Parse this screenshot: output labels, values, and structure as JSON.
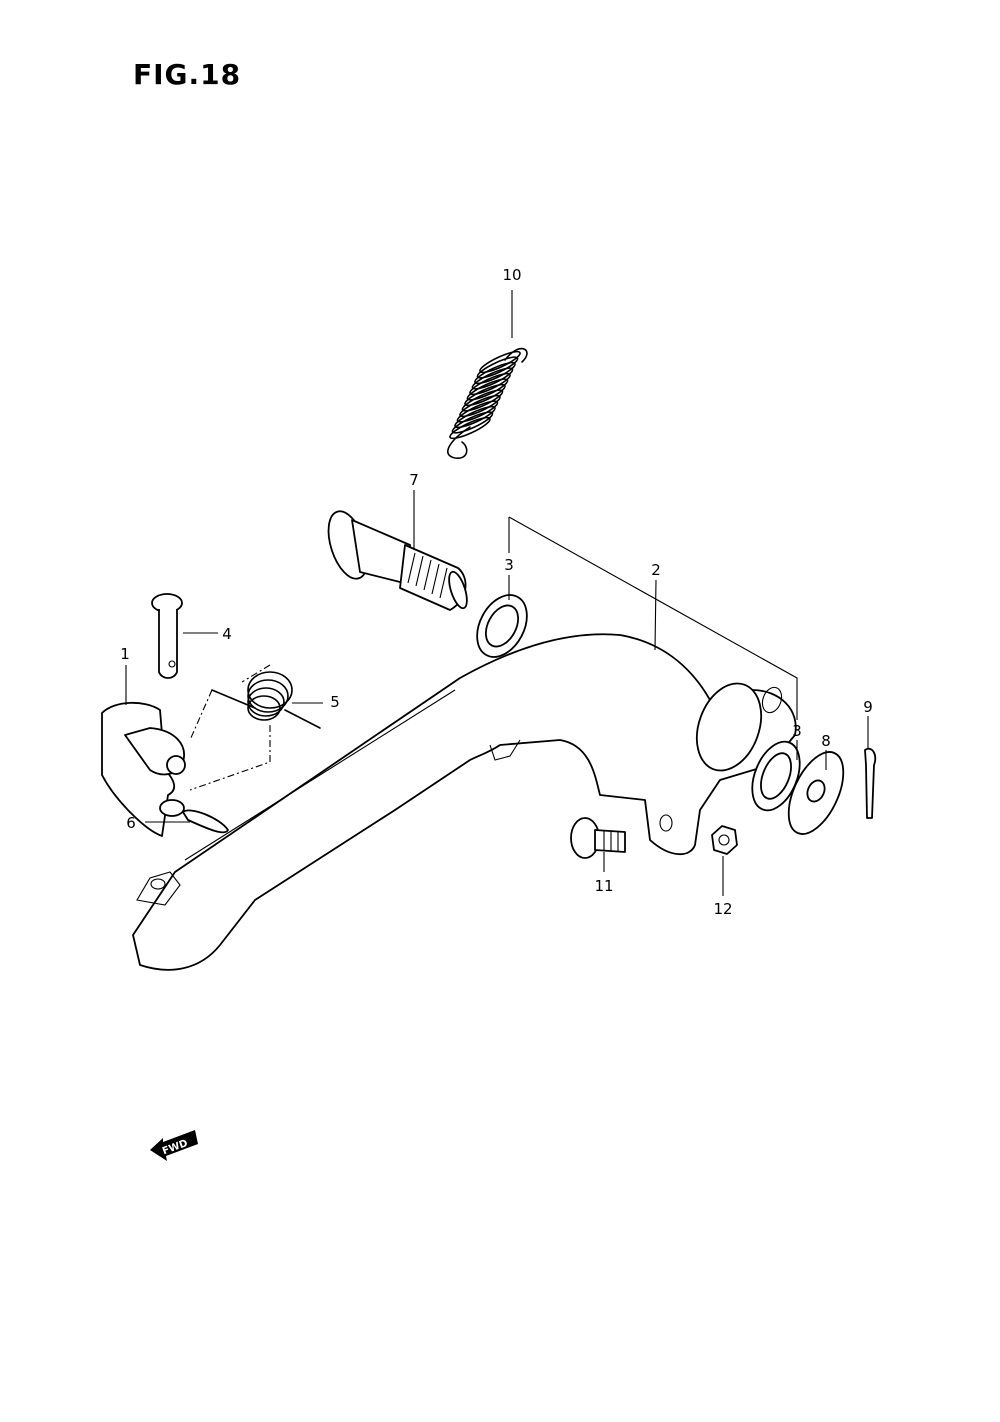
{
  "figure": {
    "title": "FIG.18"
  },
  "callouts": [
    {
      "id": "1",
      "label": "1"
    },
    {
      "id": "2",
      "label": "2"
    },
    {
      "id": "3a",
      "label": "3"
    },
    {
      "id": "3b",
      "label": "3"
    },
    {
      "id": "4",
      "label": "4"
    },
    {
      "id": "5",
      "label": "5"
    },
    {
      "id": "6",
      "label": "6"
    },
    {
      "id": "7",
      "label": "7"
    },
    {
      "id": "8",
      "label": "8"
    },
    {
      "id": "9",
      "label": "9"
    },
    {
      "id": "10",
      "label": "10"
    },
    {
      "id": "11",
      "label": "11"
    },
    {
      "id": "12",
      "label": "12"
    }
  ],
  "fwd_marker": {
    "label": "FWD",
    "direction": "left"
  }
}
